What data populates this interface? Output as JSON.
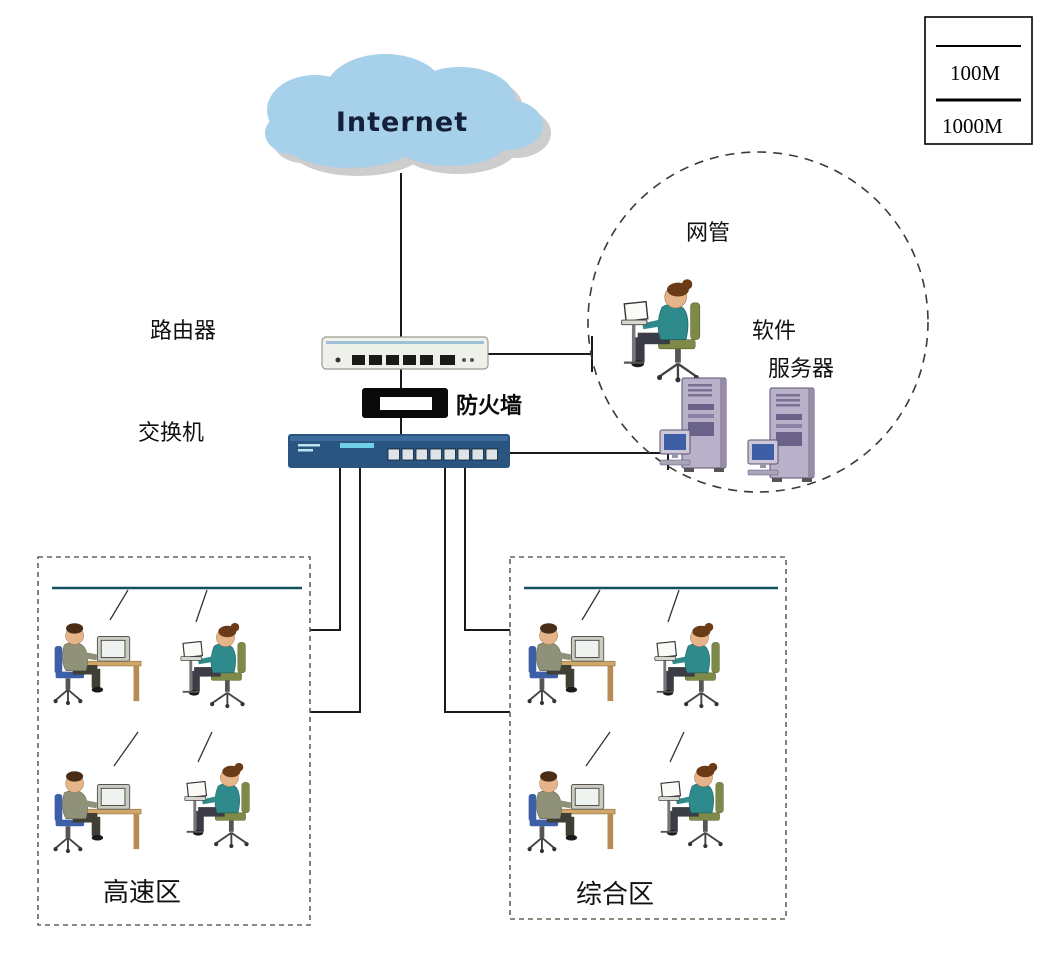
{
  "diagram": {
    "internet": {
      "label": "Internet"
    },
    "legend": {
      "items": [
        {
          "label": "100M",
          "line": "thin-solid"
        },
        {
          "label": "1000M",
          "line": "thick-solid"
        }
      ]
    },
    "router": {
      "label": "路由器"
    },
    "firewall": {
      "label": "防火墙"
    },
    "switch": {
      "label": "交换机"
    },
    "admin_group": {
      "label": "网管"
    },
    "server_group": {
      "label_line1": "软件",
      "label_line2": "服务器"
    },
    "zones": {
      "left": {
        "label": "高速区"
      },
      "right": {
        "label": "综合区"
      }
    },
    "colors": {
      "cloud": "#a7d0ea",
      "cloud_shadow": "#bdbdbd",
      "switch_body": "#2a5580",
      "firewall_body": "#0a0a0a",
      "zone_bus_line": "#15505f",
      "link_line": "#1a1a1a",
      "server_body": "#b9b1c9"
    }
  }
}
